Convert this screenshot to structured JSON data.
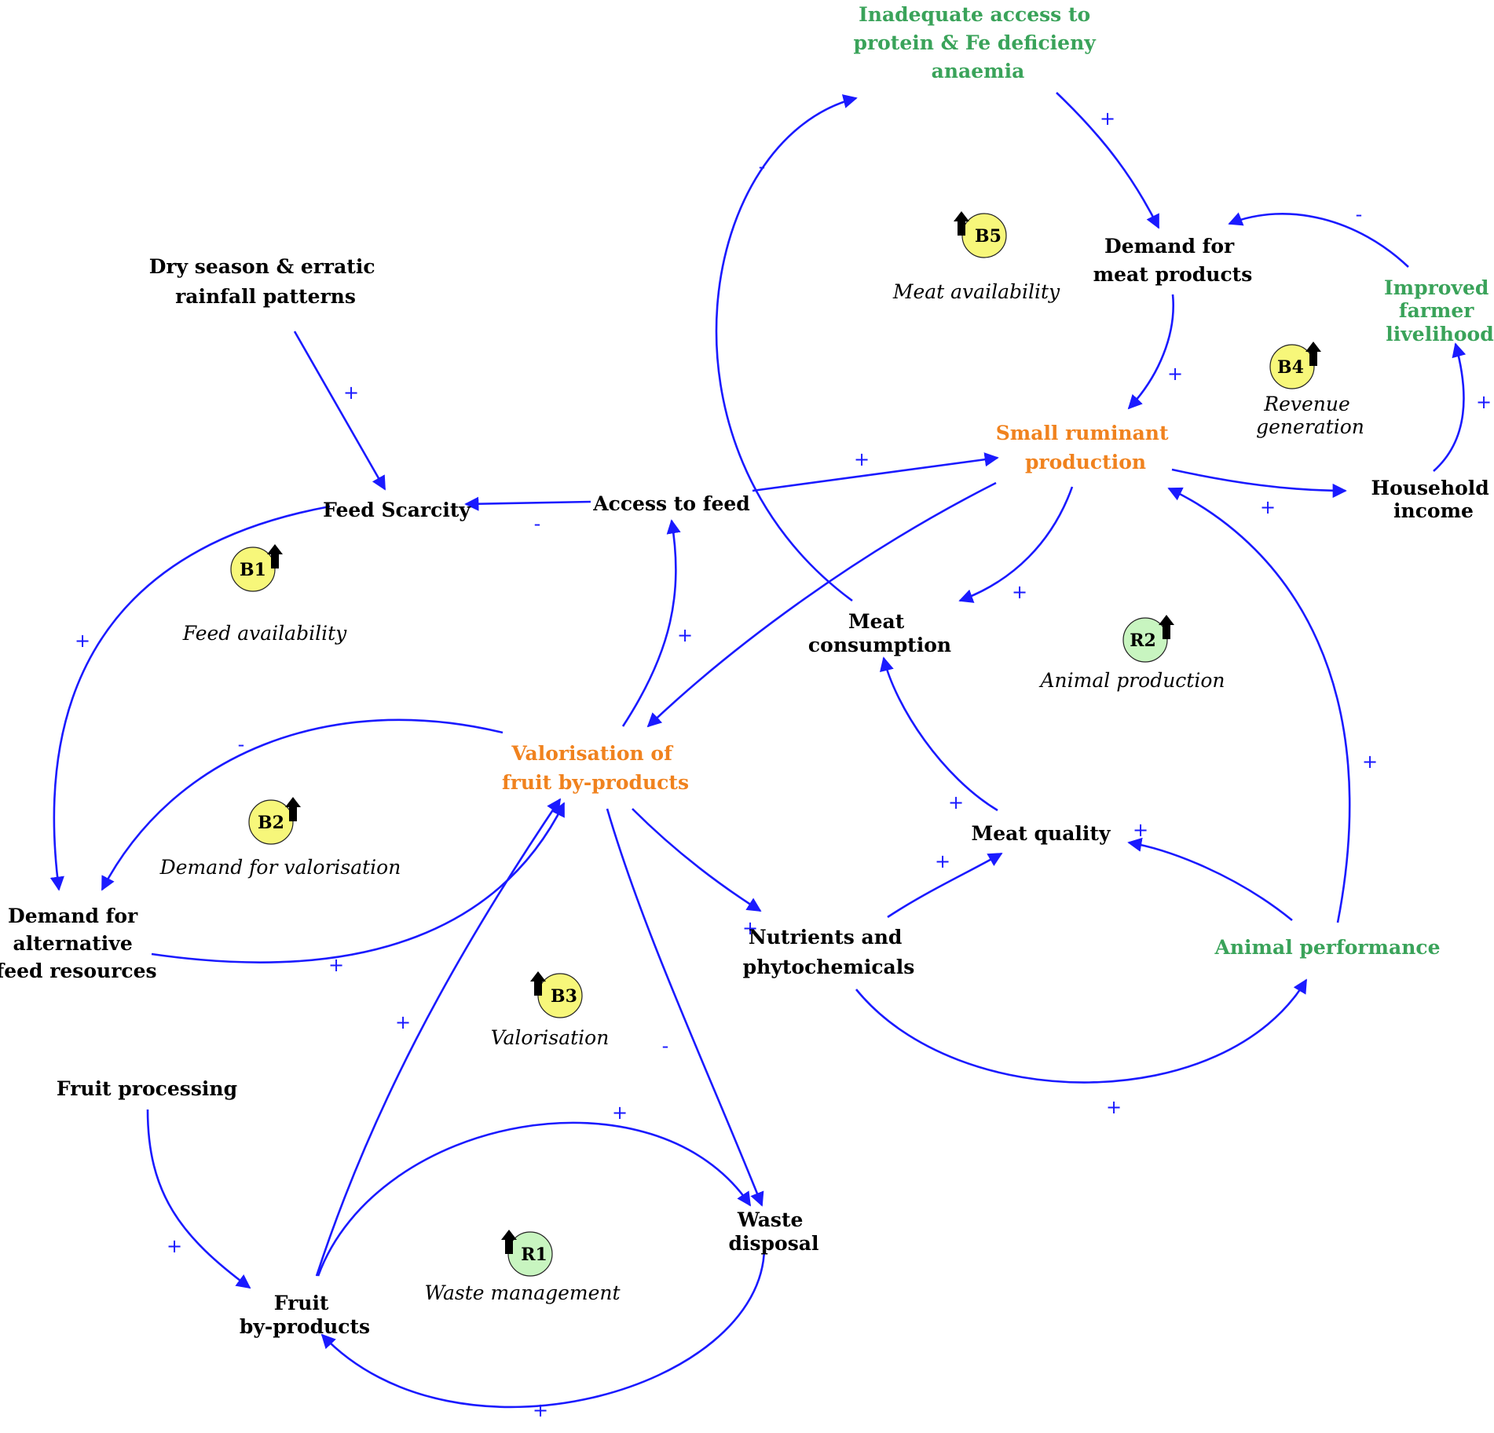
{
  "colors": {
    "arrow": "#1a1aff",
    "node_text": "#000000",
    "outcome_green": "#3aa35a",
    "focus_orange": "#f0821e",
    "balancing_badge": "#f7f77a",
    "reinforcing_badge": "#c8f5c0"
  },
  "nodes": {
    "inadequate_access": [
      "Inadequate access to",
      "protein & Fe deficieny",
      "anaemia"
    ],
    "demand_meat": [
      "Demand for",
      "meat products"
    ],
    "improved_livelihood": [
      "Improved",
      "farmer",
      "livelihood"
    ],
    "dry_season": [
      "Dry season & erratic",
      "rainfall patterns"
    ],
    "small_ruminant": [
      "Small ruminant",
      "production"
    ],
    "household_income": [
      "Household",
      "income"
    ],
    "feed_scarcity": [
      "Feed Scarcity"
    ],
    "access_feed": [
      "Access to feed"
    ],
    "meat_consumption": [
      "Meat",
      "consumption"
    ],
    "valorisation": [
      "Valorisation of",
      "fruit by-products"
    ],
    "meat_quality": [
      "Meat quality"
    ],
    "demand_alt_feed": [
      "Demand for",
      "alternative",
      "feed resources"
    ],
    "nutrients": [
      "Nutrients and",
      "phytochemicals"
    ],
    "animal_performance": [
      "Animal performance"
    ],
    "fruit_processing": [
      "Fruit processing"
    ],
    "waste_disposal": [
      "Waste",
      "disposal"
    ],
    "fruit_byproducts": [
      "Fruit",
      "by-products"
    ]
  },
  "loops": [
    {
      "id": "B1",
      "name": "Feed availability",
      "type": "balancing"
    },
    {
      "id": "B2",
      "name": "Demand for valorisation",
      "type": "balancing"
    },
    {
      "id": "B3",
      "name": "Valorisation",
      "type": "balancing"
    },
    {
      "id": "B4",
      "name": "Revenue generation",
      "type": "balancing"
    },
    {
      "id": "B5",
      "name": "Meat availability",
      "type": "balancing"
    },
    {
      "id": "R1",
      "name": "Waste management",
      "type": "reinforcing"
    },
    {
      "id": "R2",
      "name": "Animal production",
      "type": "reinforcing"
    }
  ],
  "loop_name_lines": {
    "B4": [
      "Revenue",
      "generation"
    ]
  },
  "links": [
    {
      "from": "Inadequate access to protein & Fe deficieny anaemia",
      "to": "Demand for meat products",
      "polarity": "+"
    },
    {
      "from": "Improved farmer livelihood",
      "to": "Demand for meat products",
      "polarity": "-"
    },
    {
      "from": "Demand for meat products",
      "to": "Small ruminant production",
      "polarity": "+"
    },
    {
      "from": "Household income",
      "to": "Improved farmer livelihood",
      "polarity": "+"
    },
    {
      "from": "Small ruminant production",
      "to": "Household income",
      "polarity": "+"
    },
    {
      "from": "Meat consumption",
      "to": "Inadequate access to protein & Fe deficieny anaemia",
      "polarity": "-"
    },
    {
      "from": "Dry season & erratic rainfall patterns",
      "to": "Feed Scarcity",
      "polarity": "+"
    },
    {
      "from": "Access to feed",
      "to": "Feed Scarcity",
      "polarity": "-"
    },
    {
      "from": "Access to feed",
      "to": "Small ruminant production",
      "polarity": "+"
    },
    {
      "from": "Small ruminant production",
      "to": "Meat consumption",
      "polarity": "+"
    },
    {
      "from": "Small ruminant production",
      "to": "Valorisation of fruit by-products",
      "polarity": ""
    },
    {
      "from": "Feed Scarcity",
      "to": "Demand for alternative feed resources",
      "polarity": "+"
    },
    {
      "from": "Valorisation of fruit by-products",
      "to": "Access to feed",
      "polarity": "+"
    },
    {
      "from": "Valorisation of fruit by-products",
      "to": "Demand for alternative feed resources",
      "polarity": "-"
    },
    {
      "from": "Demand for alternative feed resources",
      "to": "Valorisation of fruit by-products",
      "polarity": "+"
    },
    {
      "from": "Meat quality",
      "to": "Meat consumption",
      "polarity": "+"
    },
    {
      "from": "Animal performance",
      "to": "Small ruminant production",
      "polarity": "+"
    },
    {
      "from": "Animal performance",
      "to": "Meat quality",
      "polarity": "+"
    },
    {
      "from": "Valorisation of fruit by-products",
      "to": "Nutrients and phytochemicals",
      "polarity": "+"
    },
    {
      "from": "Nutrients and phytochemicals",
      "to": "Meat quality",
      "polarity": "+"
    },
    {
      "from": "Nutrients and phytochemicals",
      "to": "Animal performance",
      "polarity": "+"
    },
    {
      "from": "Fruit by-products",
      "to": "Valorisation of fruit by-products",
      "polarity": "+"
    },
    {
      "from": "Valorisation of fruit by-products",
      "to": "Waste disposal",
      "polarity": "-"
    },
    {
      "from": "Fruit by-products",
      "to": "Waste disposal",
      "polarity": "+"
    },
    {
      "from": "Fruit processing",
      "to": "Fruit by-products",
      "polarity": "+"
    },
    {
      "from": "Waste disposal",
      "to": "Fruit by-products",
      "polarity": "+"
    }
  ]
}
